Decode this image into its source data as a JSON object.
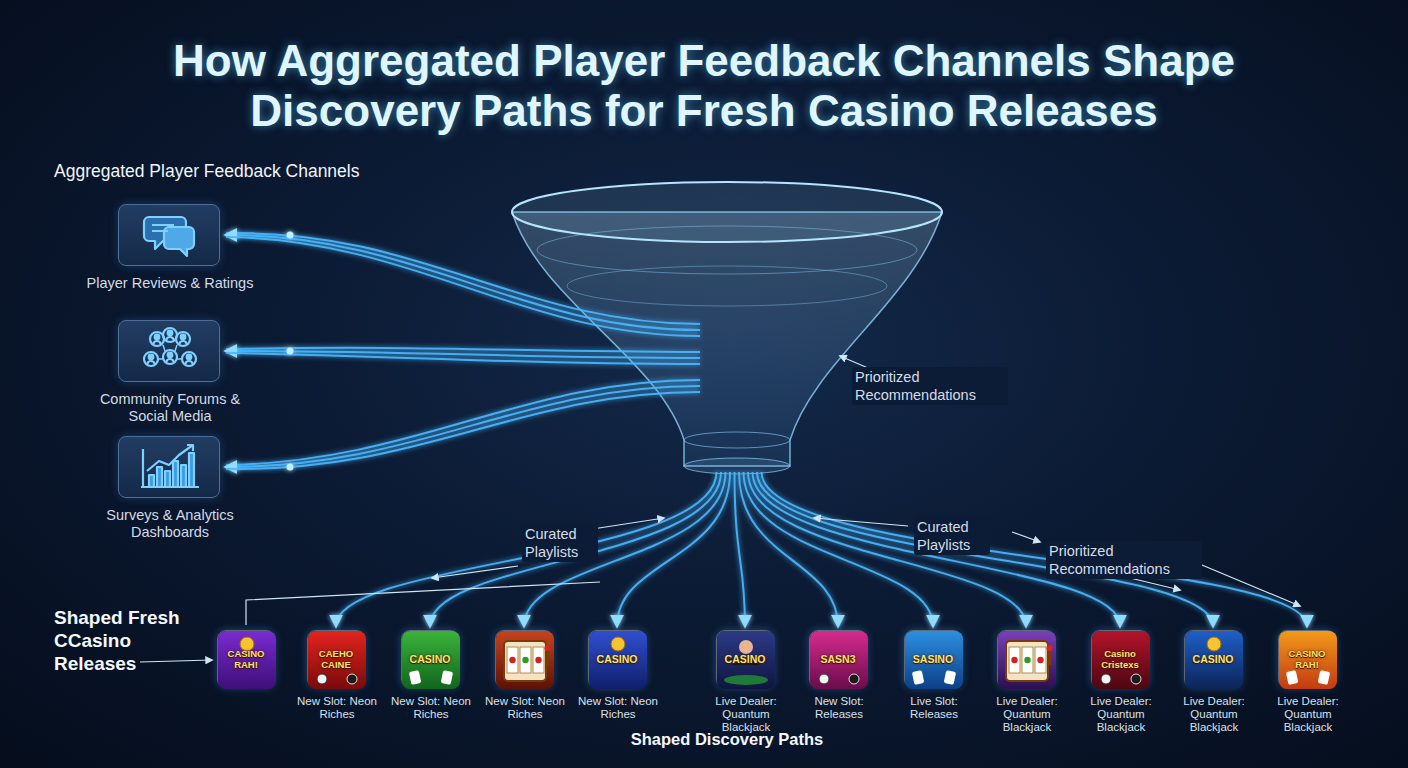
{
  "diagram": {
    "title": "How Aggregated Player Feedback Channels Shape Discovery Paths for Fresh Casino Releases",
    "nodes": [
      {
        "text": [
          "Player Reviews & Ratings"
        ]
      },
      {
        "text": [
          "Community Forums & Social Media"
        ]
      },
      {
        "text": [
          "Surveys & Analytics Dashboards"
        ]
      },
      {
        "text": [
          "CASINO RAH!"
        ]
      },
      {
        "text": [
          "CAEHO CAINE",
          "New Slot: Neon Riches"
        ]
      },
      {
        "text": [
          "CASINO",
          "New Slot: Neon Riches"
        ]
      },
      {
        "text": [
          "New Slot: Neon Riches"
        ]
      },
      {
        "text": [
          "CASINO",
          "New Slot: Neon Riches"
        ]
      },
      {
        "text": [
          "CASINO",
          "Live Dealer: Quantum Blackjack"
        ]
      },
      {
        "text": [
          "SASN3",
          "New Slot: Releases"
        ]
      },
      {
        "text": [
          "SASINO",
          "Live Slot: Releases"
        ]
      },
      {
        "text": [
          "Live Dealer: Quantum Blackjack"
        ]
      },
      {
        "text": [
          "Casino Cristexs",
          "Live Dealer: Quantum Blackjack"
        ]
      },
      {
        "text": [
          "CASINO",
          "Live Dealer: Quantum Blackjack"
        ]
      },
      {
        "text": [
          "CASINO RAH!",
          "Live Dealer: Quantum Blackjack"
        ]
      }
    ],
    "labels": [
      "Aggregated Player Feedback Channels",
      "Prioritized Recommendations",
      "Curated Playlists",
      "Curated Playlists",
      "Prioritized Recommendations",
      "Shaped Fresh CCasino Releases",
      "Shaped Discovery Paths"
    ]
  }
}
